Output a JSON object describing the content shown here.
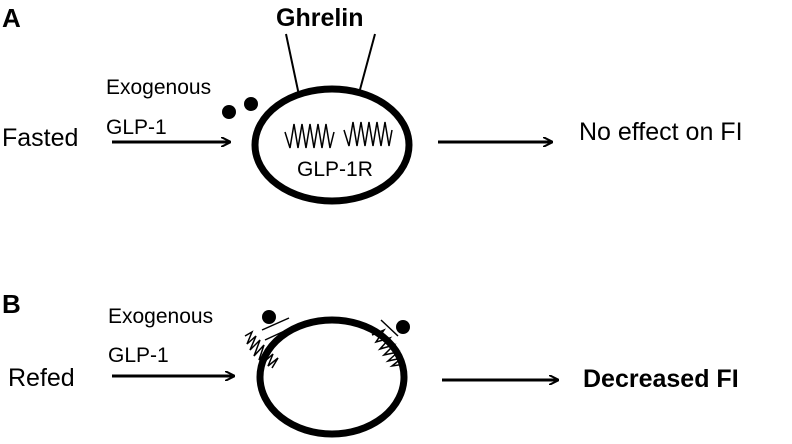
{
  "panel_a": {
    "letter": "A",
    "condition": "Fasted",
    "agent_line1": "Exogenous",
    "agent_line2": "GLP-1",
    "inhibitor": "Ghrelin",
    "receptor": "GLP-1R",
    "outcome": "No effect on FI"
  },
  "panel_b": {
    "letter": "B",
    "condition": "Refed",
    "agent_line1": "Exogenous",
    "agent_line2": "GLP-1",
    "outcome": "Decreased FI"
  }
}
